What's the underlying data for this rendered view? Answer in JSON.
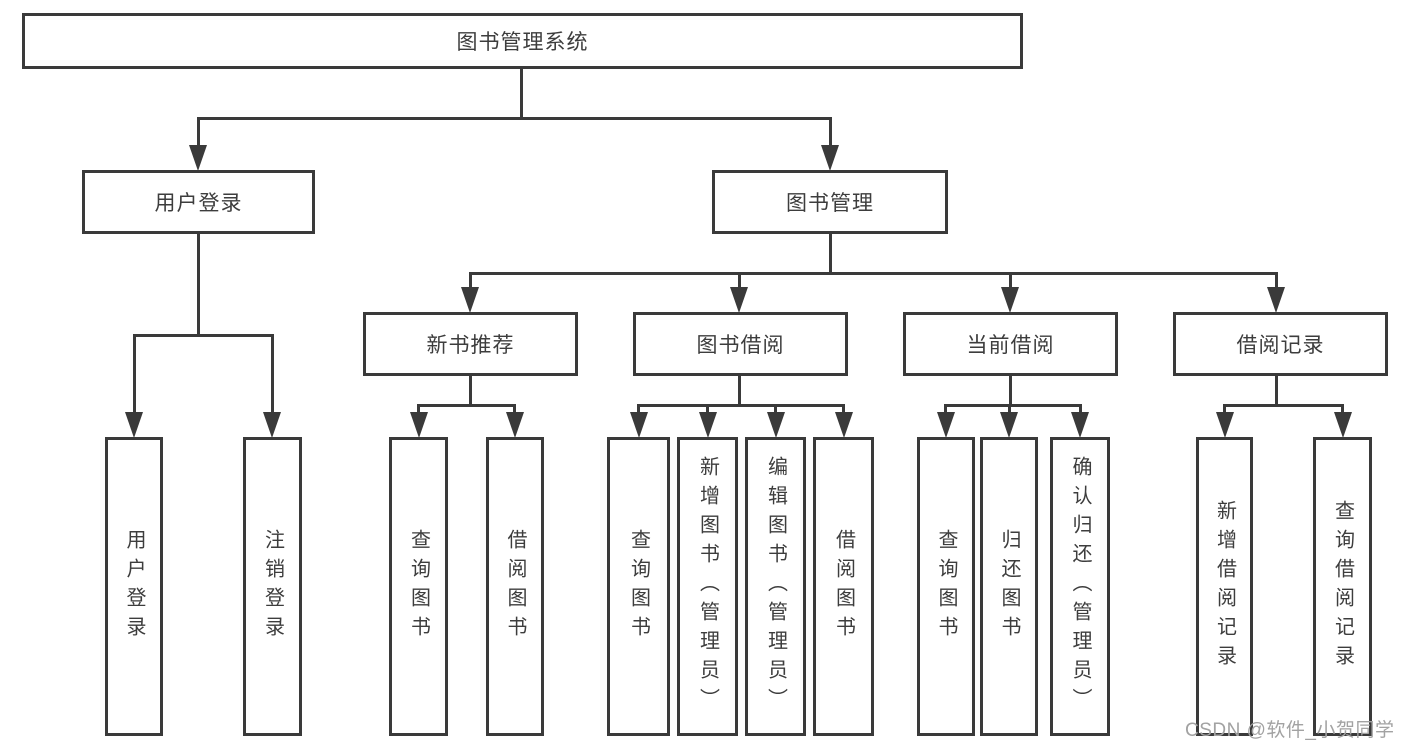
{
  "watermark": "CSDN @软件_小贺同学",
  "colors": {
    "line": "#3a3a3a",
    "text": "#3d3d3d",
    "background": "#ffffff",
    "watermark": "#a2a2a2"
  },
  "tree": {
    "root": "图书管理系统",
    "user_login_branch": {
      "label": "用户登录",
      "children": [
        "用户登录",
        "注销登录"
      ]
    },
    "book_mgmt_branch": {
      "label": "图书管理",
      "children": [
        {
          "label": "新书推荐",
          "children": [
            "查询图书",
            "借阅图书"
          ]
        },
        {
          "label": "图书借阅",
          "children": [
            "查询图书",
            "新增图书（管理员）",
            "编辑图书（管理员）",
            "借阅图书"
          ]
        },
        {
          "label": "当前借阅",
          "children": [
            "查询图书",
            "归还图书",
            "确认归还（管理员）"
          ]
        },
        {
          "label": "借阅记录",
          "children": [
            "新增借阅记录",
            "查询借阅记录"
          ]
        }
      ]
    }
  }
}
